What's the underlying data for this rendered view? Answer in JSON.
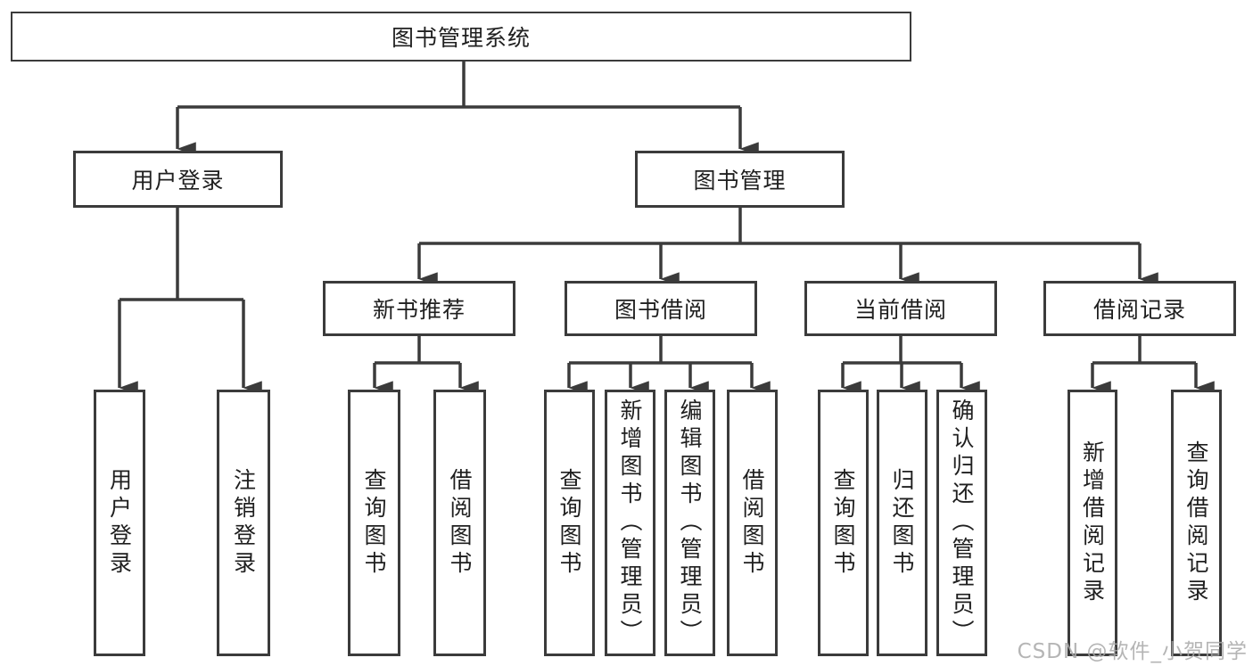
{
  "diagram": {
    "root": "图书管理系统",
    "branches": {
      "user_login": "用户登录",
      "book_management": "图书管理"
    },
    "modules": {
      "new_book": "新书推荐",
      "book_borrow": "图书借阅",
      "current_borrow": "当前借阅",
      "borrow_record": "借阅记录"
    },
    "leaves": {
      "login": "用户登录",
      "logout": "注销登录",
      "nb_query": "查询图书",
      "nb_borrow": "借阅图书",
      "bb_query": "查询图书",
      "bb_add": "新增图书（管理员）",
      "bb_edit": "编辑图书（管理员）",
      "bb_borrow": "借阅图书",
      "cb_query": "查询图书",
      "cb_return": "归还图书",
      "cb_confirm": "确认归还（管理员）",
      "br_add": "新增借阅记录",
      "br_query": "查询借阅记录"
    },
    "colors": {
      "line": "#3b3b3b",
      "text": "#1f1f1f",
      "watermark": "#a9a9a9"
    }
  },
  "watermark": "CSDN @软件_小贺同学"
}
